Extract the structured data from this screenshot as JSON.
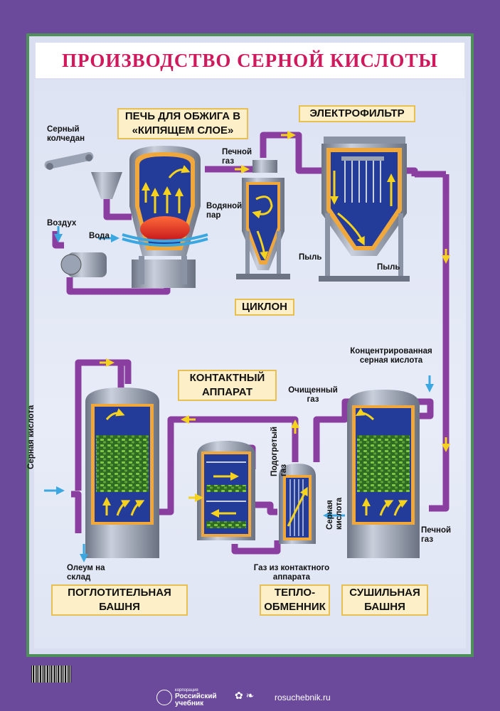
{
  "title": "ПРОИЗВОДСТВО СЕРНОЙ КИСЛОТЫ",
  "sections": {
    "furnace": "ПЕЧЬ ДЛЯ ОБЖИГА В «КИПЯЩЕМ СЛОЕ»",
    "electrofilter": "ЭЛЕКТРОФИЛЬТР",
    "cyclone": "ЦИКЛОН",
    "contact": "КОНТАКТНЫЙ АППАРАТ",
    "absorption": "ПОГЛОТИТЕЛЬНАЯ БАШНЯ",
    "heatex": "ТЕПЛО- ОБМЕННИК",
    "drying": "СУШИЛЬНАЯ БАШНЯ"
  },
  "labels": {
    "pyrite": "Серный колчедан",
    "air": "Воздух",
    "water": "Вода",
    "steam": "Водяной пар",
    "furnace_gas": "Печной газ",
    "dust1": "Пыль",
    "dust2": "Пыль",
    "conc_acid": "Концентрированная серная кислота",
    "cleaned_gas": "Очищенный газ",
    "sulfuric_acid_left": "Серная кислота",
    "oleum": "Олеум на склад",
    "heated_gas": "Подогретый газ",
    "gas_from_contact": "Газ из контактного аппарата",
    "sulfuric_acid_right": "Серная кислота",
    "furnace_gas2": "Печной газ"
  },
  "footer": {
    "brand_small": "корпорация",
    "brand": "Российский учебник",
    "site": "rosuchebnik.ru"
  },
  "colors": {
    "background": "#6b4a9c",
    "pipe": "#8a3fa0",
    "vessel_inner": "#233c9a",
    "vessel_shell": "#9aa3b3",
    "flow_arrow": "#f4d21e",
    "label_fill": "#fdf0c8",
    "title": "#d0185c"
  }
}
